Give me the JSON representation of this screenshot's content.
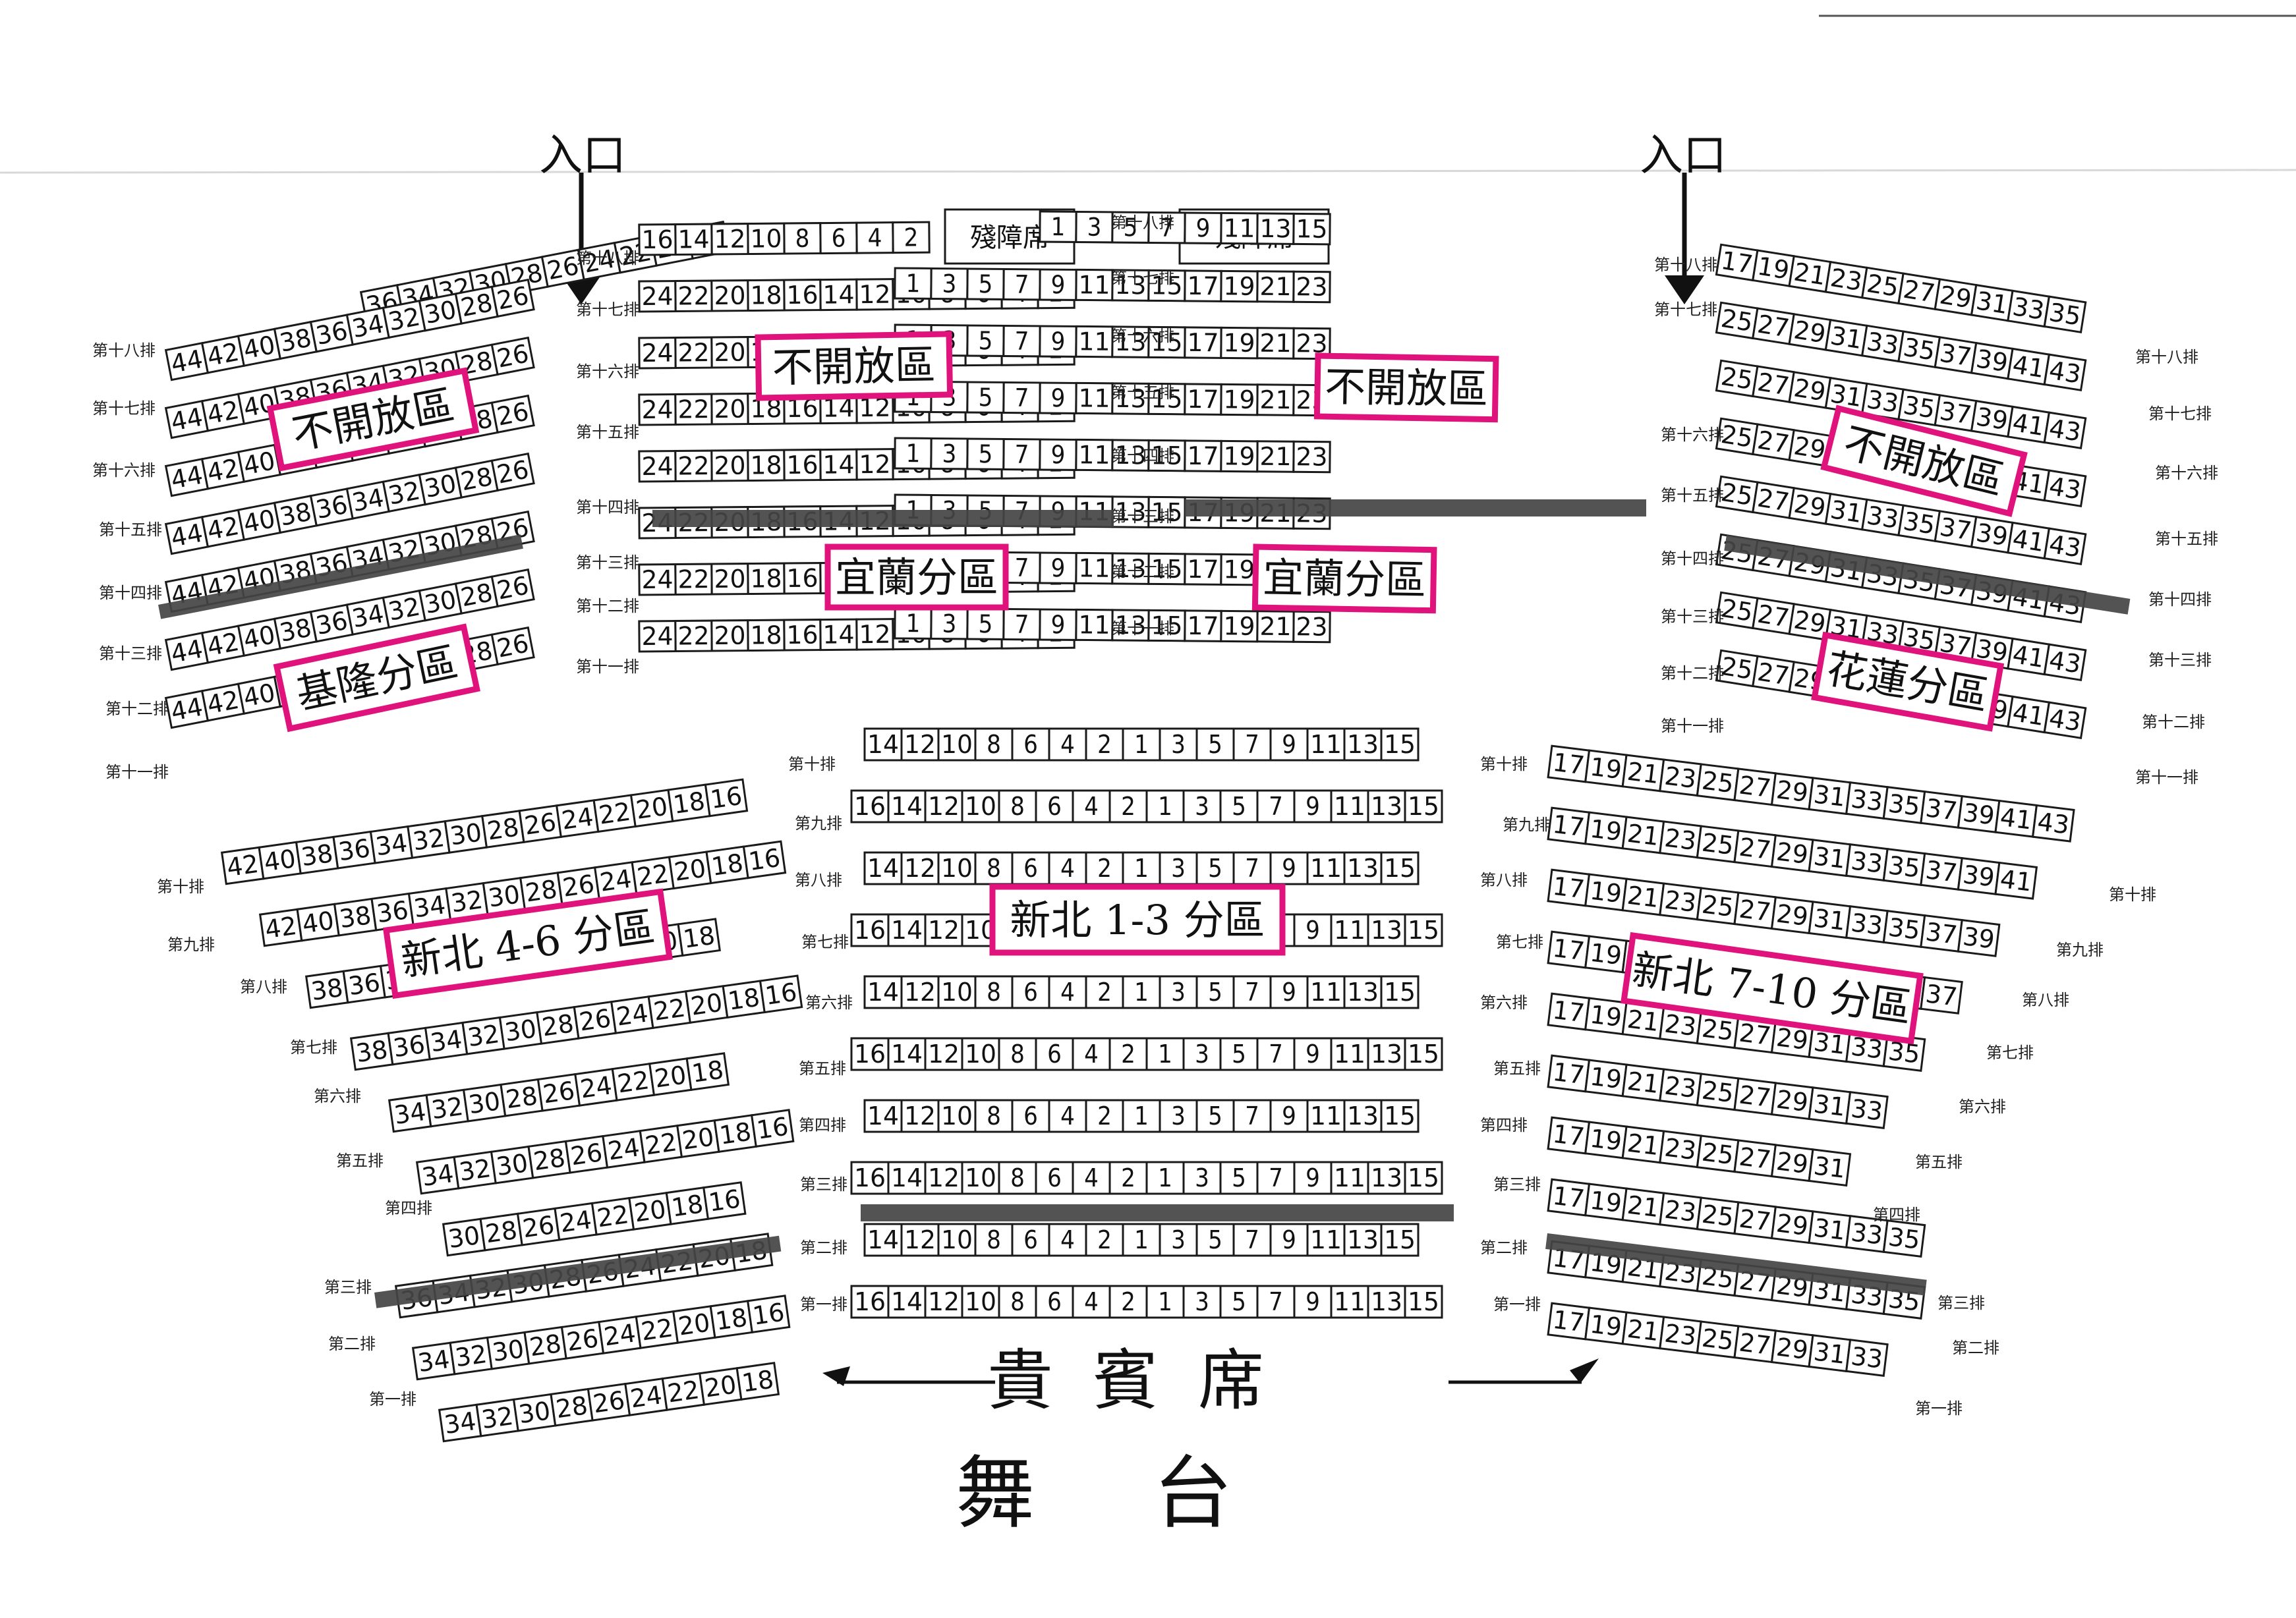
{
  "entrance_label": "入口",
  "access_label": "殘障席",
  "vip_label": "貴賓席",
  "stage_label": "舞台",
  "rows_upper": [
    "第十八排",
    "第十七排",
    "第十六排",
    "第十五排",
    "第十四排",
    "第十三排",
    "第十二排",
    "第十一排"
  ],
  "rows_lower": [
    "第十排",
    "第九排",
    "第八排",
    "第七排",
    "第六排",
    "第五排",
    "第四排",
    "第三排",
    "第二排",
    "第一排"
  ],
  "zones": {
    "closed": "不開放區",
    "keelung": "基隆分區",
    "yilan": "宜蘭分區",
    "hualien": "花蓮分區",
    "newtaipei_1_3": "新北 1-3 分區",
    "newtaipei_4_6": "新北 4-6 分區",
    "newtaipei_7_10": "新北 7-10 分區"
  },
  "colors": {
    "zone_outline": "#e0127b",
    "reserved_marker": "#444444"
  },
  "sections": {
    "UL": [
      [
        "36",
        "34",
        "32",
        "30",
        "28",
        "26",
        "24",
        "22",
        "20",
        "18"
      ],
      [
        "44",
        "42",
        "40",
        "38",
        "36",
        "34",
        "32",
        "30",
        "28",
        "26"
      ],
      [
        "44",
        "42",
        "40",
        "38",
        "36",
        "34",
        "32",
        "30",
        "28",
        "26"
      ],
      [
        "44",
        "42",
        "40",
        "38",
        "36",
        "34",
        "32",
        "30",
        "28",
        "26"
      ],
      [
        "44",
        "42",
        "40",
        "38",
        "36",
        "34",
        "32",
        "30",
        "28",
        "26"
      ],
      [
        "44",
        "42",
        "40",
        "38",
        "36",
        "34",
        "32",
        "30",
        "28",
        "26"
      ],
      [
        "44",
        "42",
        "40",
        "38",
        "36",
        "34",
        "32",
        "30",
        "28",
        "26"
      ],
      [
        "44",
        "42",
        "40",
        "38",
        "36",
        "34",
        "32",
        "30",
        "28",
        "26"
      ]
    ],
    "UCL": [
      [
        "16",
        "14",
        "12",
        "10",
        "8",
        "6",
        "4",
        "2"
      ],
      [
        "24",
        "22",
        "20",
        "18",
        "16",
        "14",
        "12",
        "10",
        "8",
        "6",
        "4",
        "2"
      ],
      [
        "24",
        "22",
        "20",
        "18",
        "16",
        "14",
        "12",
        "10",
        "8",
        "6",
        "4",
        "2"
      ],
      [
        "24",
        "22",
        "20",
        "18",
        "16",
        "14",
        "12",
        "10",
        "8",
        "6",
        "4",
        "2"
      ],
      [
        "24",
        "22",
        "20",
        "18",
        "16",
        "14",
        "12",
        "10",
        "8",
        "6",
        "4",
        "2"
      ],
      [
        "24",
        "22",
        "20",
        "18",
        "16",
        "14",
        "12",
        "10",
        "8",
        "6",
        "4",
        "2"
      ],
      [
        "24",
        "22",
        "20",
        "18",
        "16",
        "14",
        "12",
        "10",
        "8",
        "6",
        "4",
        "2"
      ],
      [
        "24",
        "22",
        "20",
        "18",
        "16",
        "14",
        "12",
        "10",
        "8",
        "6",
        "4",
        "2"
      ]
    ],
    "UCR": [
      [
        "1",
        "3",
        "5",
        "7",
        "9",
        "11",
        "13",
        "15"
      ],
      [
        "1",
        "3",
        "5",
        "7",
        "9",
        "11",
        "13",
        "15",
        "17",
        "19",
        "21",
        "23"
      ],
      [
        "1",
        "3",
        "5",
        "7",
        "9",
        "11",
        "13",
        "15",
        "17",
        "19",
        "21",
        "23"
      ],
      [
        "1",
        "3",
        "5",
        "7",
        "9",
        "11",
        "13",
        "15",
        "17",
        "19",
        "21",
        "23"
      ],
      [
        "1",
        "3",
        "5",
        "7",
        "9",
        "11",
        "13",
        "15",
        "17",
        "19",
        "21",
        "23"
      ],
      [
        "1",
        "3",
        "5",
        "7",
        "9",
        "11",
        "13",
        "15",
        "17",
        "19",
        "21",
        "23"
      ],
      [
        "1",
        "3",
        "5",
        "7",
        "9",
        "11",
        "13",
        "15",
        "17",
        "19",
        "21",
        "23"
      ],
      [
        "1",
        "3",
        "5",
        "7",
        "9",
        "11",
        "13",
        "15",
        "17",
        "19",
        "21",
        "23"
      ]
    ],
    "UR": [
      [
        "17",
        "19",
        "21",
        "23",
        "25",
        "27",
        "29",
        "31",
        "33",
        "35"
      ],
      [
        "25",
        "27",
        "29",
        "31",
        "33",
        "35",
        "37",
        "39",
        "41",
        "43"
      ],
      [
        "25",
        "27",
        "29",
        "31",
        "33",
        "35",
        "37",
        "39",
        "41",
        "43"
      ],
      [
        "25",
        "27",
        "29",
        "31",
        "33",
        "35",
        "37",
        "39",
        "41",
        "43"
      ],
      [
        "25",
        "27",
        "29",
        "31",
        "33",
        "35",
        "37",
        "39",
        "41",
        "43"
      ],
      [
        "25",
        "27",
        "29",
        "31",
        "33",
        "35",
        "37",
        "39",
        "41",
        "43"
      ],
      [
        "25",
        "27",
        "29",
        "31",
        "33",
        "35",
        "37",
        "39",
        "41",
        "43"
      ],
      [
        "25",
        "27",
        "29",
        "31",
        "33",
        "35",
        "37",
        "39",
        "41",
        "43"
      ]
    ],
    "LL": [
      [
        "42",
        "40",
        "38",
        "36",
        "34",
        "32",
        "30",
        "28",
        "26",
        "24",
        "22",
        "20",
        "18",
        "16"
      ],
      [
        "42",
        "40",
        "38",
        "36",
        "34",
        "32",
        "30",
        "28",
        "26",
        "24",
        "22",
        "20",
        "18",
        "16"
      ],
      [
        "38",
        "36",
        "34",
        "32",
        "30",
        "28",
        "26",
        "24",
        "22",
        "20",
        "18"
      ],
      [
        "38",
        "36",
        "34",
        "32",
        "30",
        "28",
        "26",
        "24",
        "22",
        "20",
        "18",
        "16"
      ],
      [
        "34",
        "32",
        "30",
        "28",
        "26",
        "24",
        "22",
        "20",
        "18"
      ],
      [
        "34",
        "32",
        "30",
        "28",
        "26",
        "24",
        "22",
        "20",
        "18",
        "16"
      ],
      [
        "30",
        "28",
        "26",
        "24",
        "22",
        "20",
        "18",
        "16"
      ],
      [
        "36",
        "34",
        "32",
        "30",
        "28",
        "26",
        "24",
        "22",
        "20",
        "18"
      ],
      [
        "34",
        "32",
        "30",
        "28",
        "26",
        "24",
        "22",
        "20",
        "18",
        "16"
      ],
      [
        "34",
        "32",
        "30",
        "28",
        "26",
        "24",
        "22",
        "20",
        "18"
      ]
    ],
    "LC": [
      [
        "14",
        "12",
        "10",
        "8",
        "6",
        "4",
        "2",
        "1",
        "3",
        "5",
        "7",
        "9",
        "11",
        "13",
        "15"
      ],
      [
        "16",
        "14",
        "12",
        "10",
        "8",
        "6",
        "4",
        "2",
        "1",
        "3",
        "5",
        "7",
        "9",
        "11",
        "13",
        "15"
      ],
      [
        "14",
        "12",
        "10",
        "8",
        "6",
        "4",
        "2",
        "1",
        "3",
        "5",
        "7",
        "9",
        "11",
        "13",
        "15"
      ],
      [
        "16",
        "14",
        "12",
        "10",
        "8",
        "6",
        "4",
        "2",
        "1",
        "3",
        "5",
        "7",
        "9",
        "11",
        "13",
        "15"
      ],
      [
        "14",
        "12",
        "10",
        "8",
        "6",
        "4",
        "2",
        "1",
        "3",
        "5",
        "7",
        "9",
        "11",
        "13",
        "15"
      ],
      [
        "16",
        "14",
        "12",
        "10",
        "8",
        "6",
        "4",
        "2",
        "1",
        "3",
        "5",
        "7",
        "9",
        "11",
        "13",
        "15"
      ],
      [
        "14",
        "12",
        "10",
        "8",
        "6",
        "4",
        "2",
        "1",
        "3",
        "5",
        "7",
        "9",
        "11",
        "13",
        "15"
      ],
      [
        "16",
        "14",
        "12",
        "10",
        "8",
        "6",
        "4",
        "2",
        "1",
        "3",
        "5",
        "7",
        "9",
        "11",
        "13",
        "15"
      ],
      [
        "14",
        "12",
        "10",
        "8",
        "6",
        "4",
        "2",
        "1",
        "3",
        "5",
        "7",
        "9",
        "11",
        "13",
        "15"
      ],
      [
        "16",
        "14",
        "12",
        "10",
        "8",
        "6",
        "4",
        "2",
        "1",
        "3",
        "5",
        "7",
        "9",
        "11",
        "13",
        "15"
      ]
    ],
    "LR": [
      [
        "17",
        "19",
        "21",
        "23",
        "25",
        "27",
        "29",
        "31",
        "33",
        "35",
        "37",
        "39",
        "41",
        "43"
      ],
      [
        "17",
        "19",
        "21",
        "23",
        "25",
        "27",
        "29",
        "31",
        "33",
        "35",
        "37",
        "39",
        "41"
      ],
      [
        "17",
        "19",
        "21",
        "23",
        "25",
        "27",
        "29",
        "31",
        "33",
        "35",
        "37",
        "39"
      ],
      [
        "17",
        "19",
        "21",
        "23",
        "25",
        "27",
        "29",
        "31",
        "33",
        "35",
        "37"
      ],
      [
        "17",
        "19",
        "21",
        "23",
        "25",
        "27",
        "29",
        "31",
        "33",
        "35"
      ],
      [
        "17",
        "19",
        "21",
        "23",
        "25",
        "27",
        "29",
        "31",
        "33"
      ],
      [
        "17",
        "19",
        "21",
        "23",
        "25",
        "27",
        "29",
        "31"
      ],
      [
        "17",
        "19",
        "21",
        "23",
        "25",
        "27",
        "29",
        "31",
        "33",
        "35"
      ],
      [
        "17",
        "19",
        "21",
        "23",
        "25",
        "27",
        "29",
        "31",
        "33",
        "35"
      ],
      [
        "17",
        "19",
        "21",
        "23",
        "25",
        "27",
        "29",
        "31",
        "33"
      ]
    ]
  }
}
